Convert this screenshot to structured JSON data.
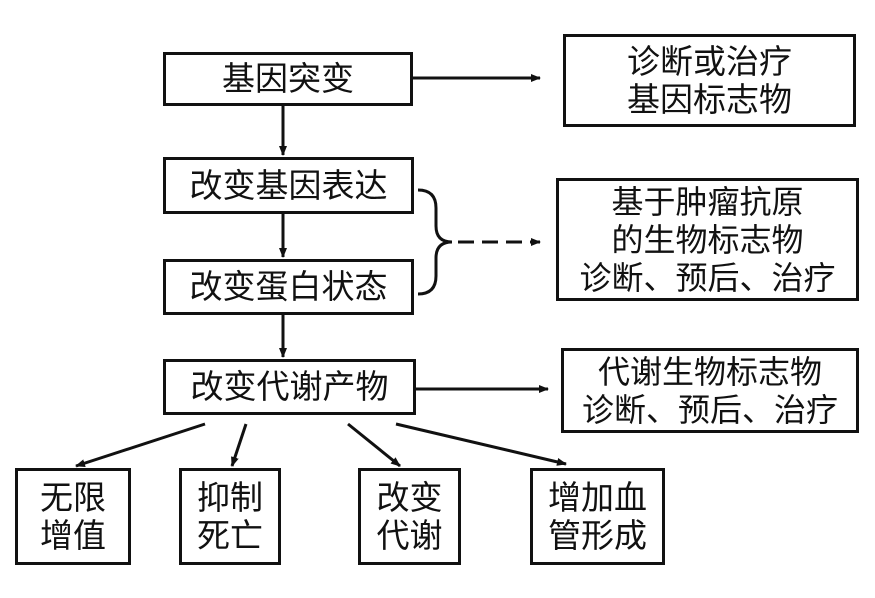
{
  "nodes": {
    "mutation": "基因突变",
    "marker_dx": "诊断或治疗\n基因标志物",
    "gene_expression": "改变基因表达",
    "protein_state": "改变蛋白状态",
    "antigen_marker": "基于肿瘤抗原\n的生物标志物\n诊断、预后、治疗",
    "metabolites": "改变代谢产物",
    "metabolic_marker": "代谢生物标志物\n诊断、预后、治疗",
    "outcome_1": "无限\n增值",
    "outcome_2": "抑制\n死亡",
    "outcome_3": "改变\n代谢",
    "outcome_4": "增加血\n管形成"
  }
}
